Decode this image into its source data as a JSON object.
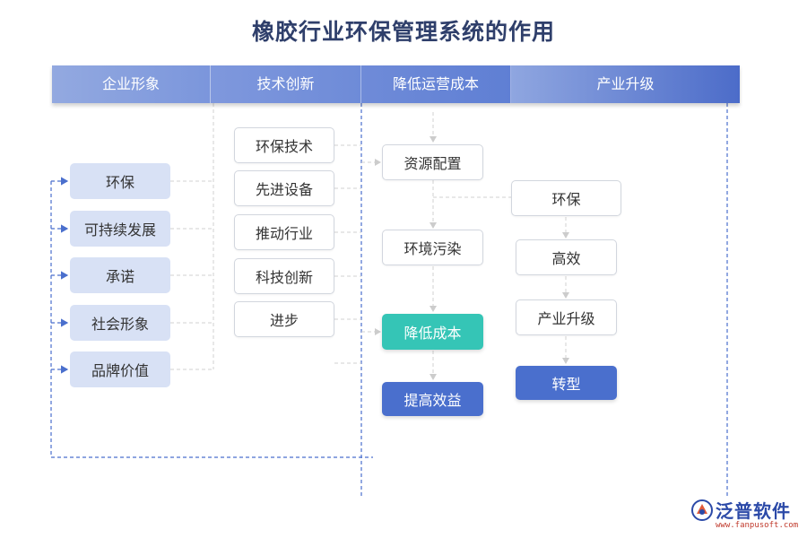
{
  "title": "橡胶行业环保管理系统的作用",
  "headers": [
    "企业形象",
    "技术创新",
    "降低运营成本",
    "产业升级"
  ],
  "col1": [
    "环保",
    "可持续发展",
    "承诺",
    "社会形象",
    "品牌价值"
  ],
  "col2": [
    "环保技术",
    "先进设备",
    "推动行业",
    "科技创新",
    "进步"
  ],
  "col3": [
    "资源配置",
    "环境污染",
    "降低成本",
    "提高效益"
  ],
  "col4": [
    "环保",
    "高效",
    "产业升级",
    "转型"
  ],
  "colors": {
    "light_node": "#d8e1f5",
    "teal_node": "#35c5b6",
    "blue_node": "#4a6fcd",
    "connector": "#4a6fcd",
    "dashed_gray": "#cfcfcf"
  },
  "logo": {
    "name": "泛普软件",
    "url": "www.fanpusoft.com"
  }
}
